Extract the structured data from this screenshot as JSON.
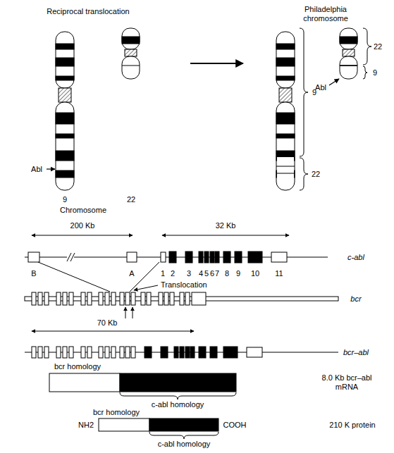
{
  "diagram": {
    "labels": [
      "Reciprocal translocation",
      "Philadelphia chromosome",
      "Abl",
      "9",
      "22",
      "Chromosome",
      "9",
      "22",
      "22",
      "9",
      "Abl",
      "200 Kb",
      "32 Kb",
      "c-abl",
      "B",
      "A",
      "1",
      "2",
      "3",
      "4",
      "5",
      "6",
      "7",
      "8",
      "9",
      "10",
      "11",
      "Translocation",
      "bcr",
      "70 Kb",
      "bcr–abl",
      "bcr homology",
      "c-abl homology",
      "8.0 Kb bcr–abl mRNA",
      "bcr homology",
      "NH2",
      "COOH",
      "c-abl homology",
      "210 K protein"
    ]
  }
}
